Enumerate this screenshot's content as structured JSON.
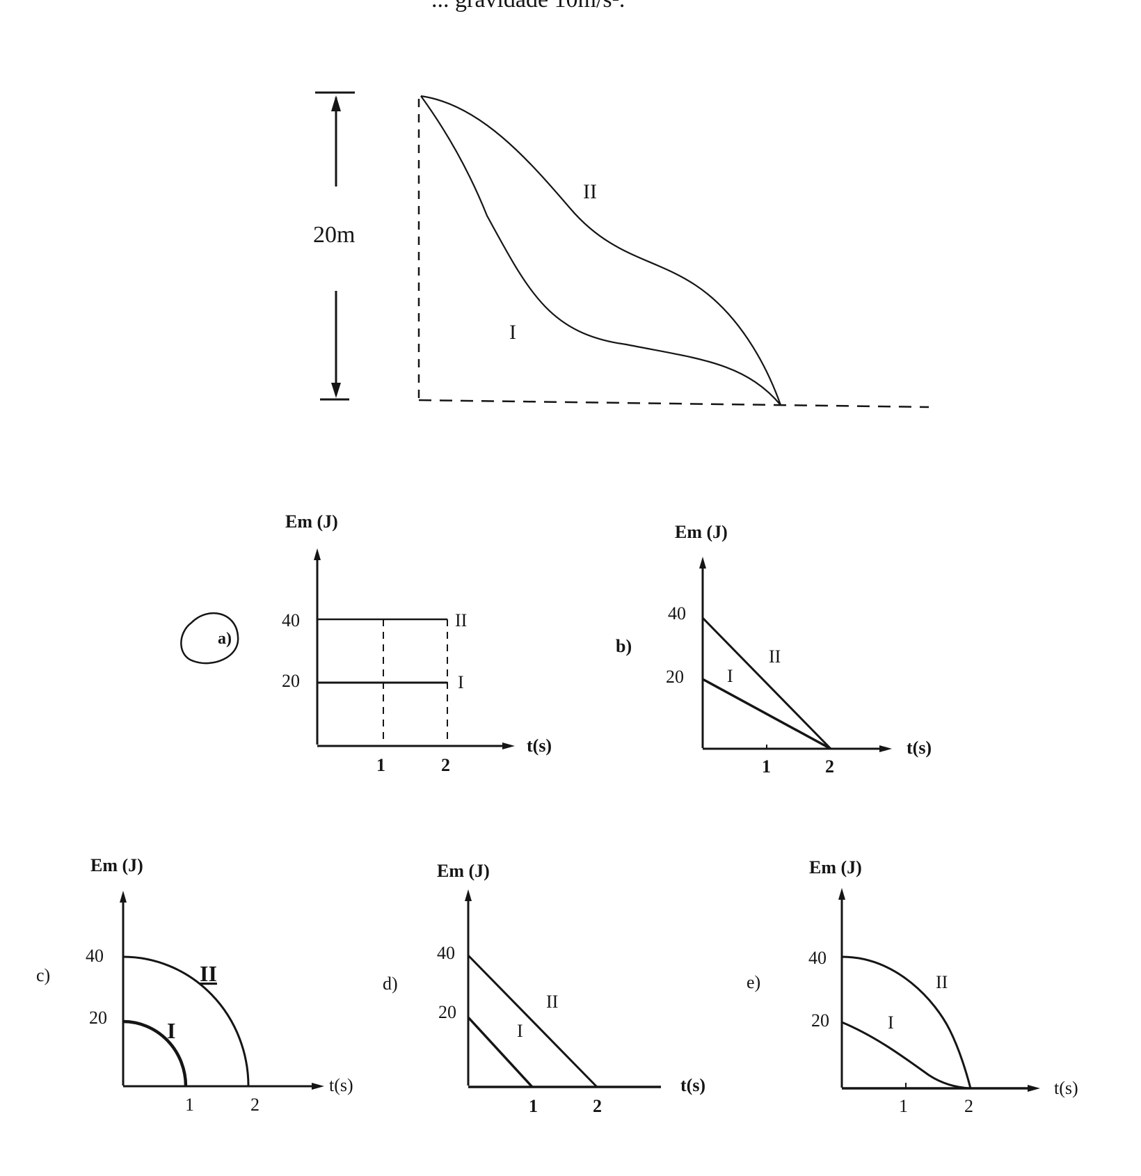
{
  "header": {
    "cropped_text": "... gravidade 10m/s²."
  },
  "ramp_diagram": {
    "height_label": "20m",
    "path_labels": {
      "path_1": "I",
      "path_2": "II"
    }
  },
  "graphs": {
    "a": {
      "option_label": "a)",
      "y_axis_label": "Em (J)",
      "x_axis_label": "t(s)",
      "y_ticks": [
        "40",
        "20"
      ],
      "x_ticks": [
        "1",
        "2"
      ],
      "series_labels": [
        "II",
        "I"
      ],
      "answer_circled": true
    },
    "b": {
      "option_label": "b)",
      "y_axis_label": "Em (J)",
      "x_axis_label": "t(s)",
      "y_ticks": [
        "40",
        "20"
      ],
      "x_ticks": [
        "1",
        "2"
      ],
      "series_labels": [
        "II",
        "I"
      ]
    },
    "c": {
      "option_label": "c)",
      "y_axis_label": "Em (J)",
      "x_axis_label": "t(s)",
      "y_ticks": [
        "40",
        "20"
      ],
      "x_ticks": [
        "1",
        "2"
      ],
      "series_labels": [
        "II",
        "I"
      ]
    },
    "d": {
      "option_label": "d)",
      "y_axis_label": "Em (J)",
      "x_axis_label": "t(s)",
      "y_ticks": [
        "40",
        "20"
      ],
      "x_ticks": [
        "1",
        "2"
      ],
      "series_labels": [
        "II",
        "I"
      ]
    },
    "e": {
      "option_label": "e)",
      "y_axis_label": "Em (J)",
      "x_axis_label": "t(s)",
      "y_ticks": [
        "40",
        "20"
      ],
      "x_ticks": [
        "1",
        "2"
      ],
      "series_labels": [
        "II",
        "I"
      ]
    }
  }
}
